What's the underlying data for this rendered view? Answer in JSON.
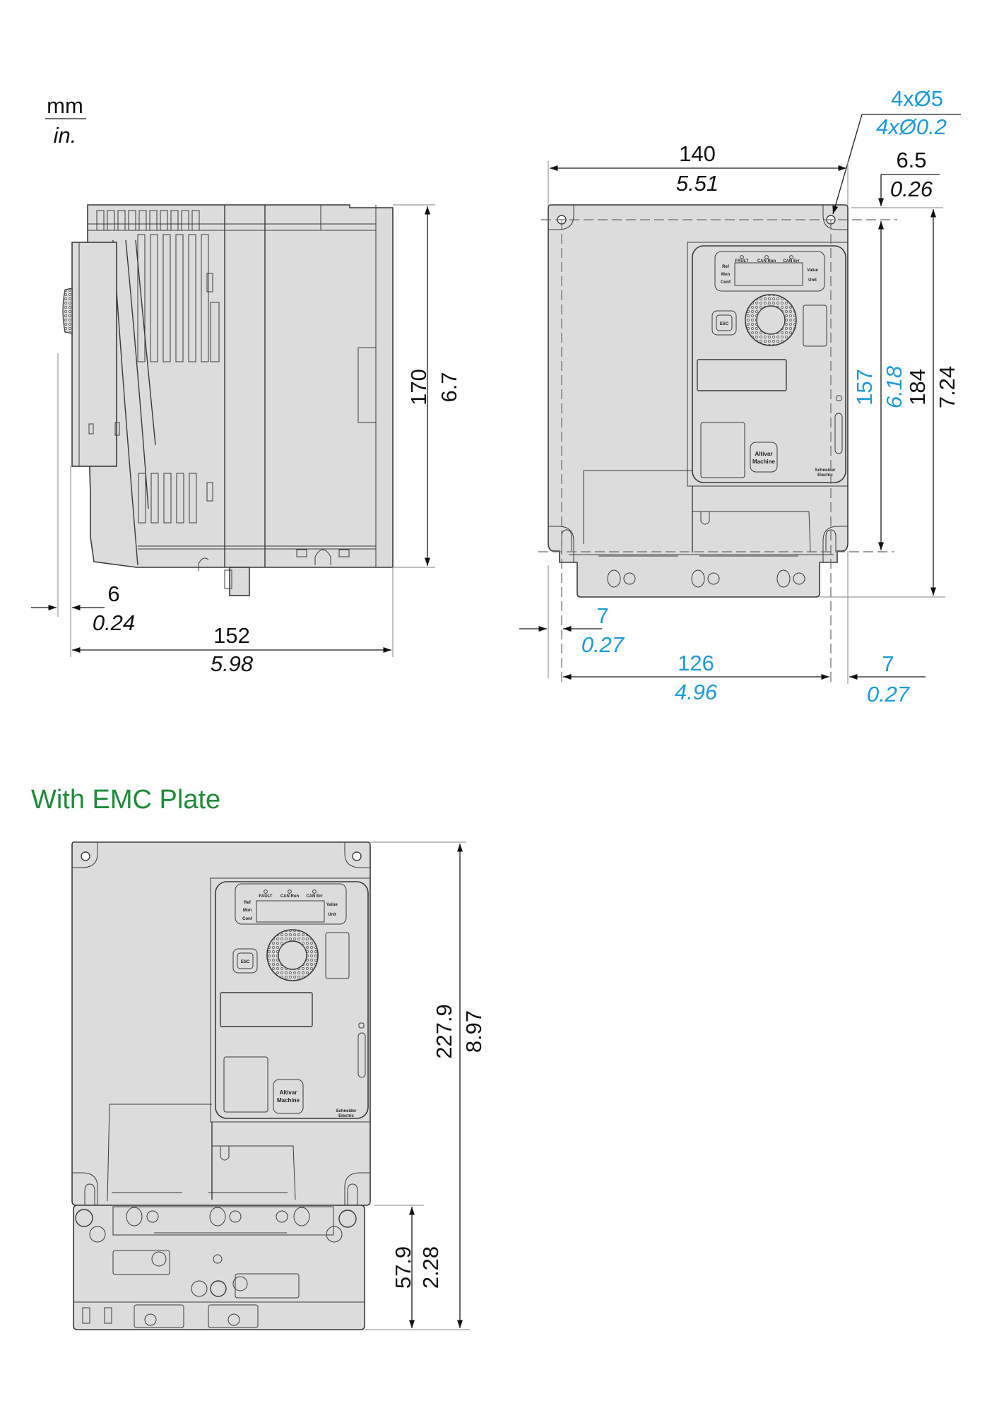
{
  "units": {
    "primary": "mm",
    "secondary": "in."
  },
  "side_view": {
    "height_mm": "170",
    "height_in": "6.7",
    "offset_mm": "6",
    "offset_in": "0.24",
    "depth_mm": "152",
    "depth_in": "5.98"
  },
  "front_view": {
    "hole_spec_mm": "4xØ5",
    "hole_spec_in": "4xØ0.2",
    "width_mm": "140",
    "width_in": "5.51",
    "top_offset_mm": "6.5",
    "top_offset_in": "0.26",
    "hole_pitch_v_mm": "157",
    "hole_pitch_v_in": "6.18",
    "height_mm": "184",
    "height_in": "7.24",
    "left_margin_mm": "7",
    "left_margin_in": "0.27",
    "hole_pitch_h_mm": "126",
    "hole_pitch_h_in": "4.96",
    "right_margin_mm": "7",
    "right_margin_in": "0.27"
  },
  "keypad": {
    "leds": [
      "FAULT",
      "CAN Run",
      "CAN Err"
    ],
    "left_labels": [
      "Ref",
      "Mon",
      "Conf"
    ],
    "right_labels": [
      "Value",
      "Unit"
    ],
    "esc_label": "ESC",
    "product_badge_line1": "Altivar",
    "product_badge_line2": "Machine",
    "brand_line1": "Schneider",
    "brand_line2": "Electric"
  },
  "emc_section": {
    "title": "With EMC Plate",
    "total_height_mm": "227.9",
    "total_height_in": "8.97",
    "plate_height_mm": "57.9",
    "plate_height_in": "2.28"
  },
  "colors": {
    "metric_accent": "#1d9ad6",
    "title_green": "#1f8a3a"
  }
}
